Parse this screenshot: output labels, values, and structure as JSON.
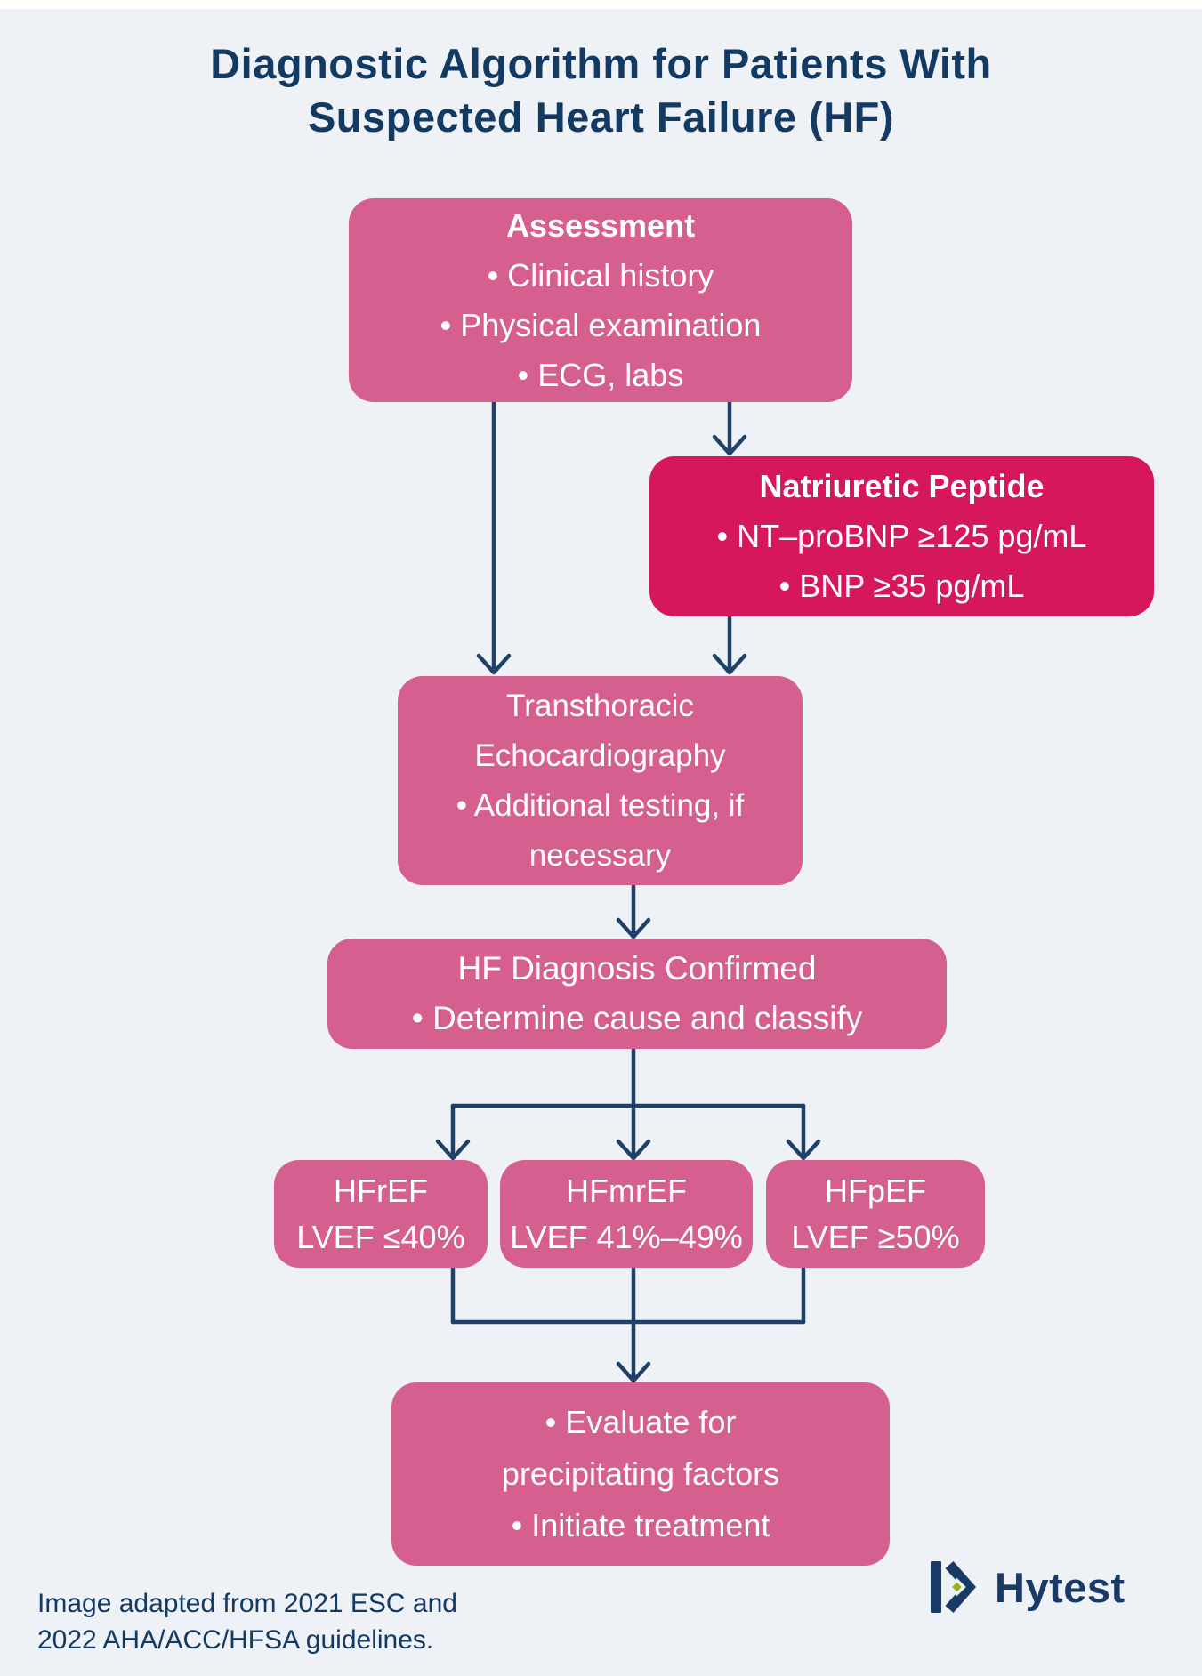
{
  "title": {
    "line1": "Diagnostic Algorithm for Patients With",
    "line2": "Suspected Heart Failure (HF)"
  },
  "flow": {
    "assessment": {
      "title": "Assessment",
      "bullets": [
        "• Clinical history",
        "• Physical examination",
        "• ECG, labs"
      ]
    },
    "natriuretic_peptide": {
      "title": "Natriuretic Peptide",
      "bullets": [
        "• NT–proBNP ≥125 pg/mL",
        "• BNP ≥35 pg/mL"
      ]
    },
    "echocardiography": {
      "lines": [
        "Transthoracic",
        "Echocardiography",
        "• Additional testing, if",
        "necessary"
      ]
    },
    "diagnosis_confirmed": {
      "lines": [
        "HF Diagnosis Confirmed",
        "• Determine cause and classify"
      ]
    },
    "hfref": {
      "lines": [
        "HFrEF",
        "LVEF ≤40%"
      ]
    },
    "hfmref": {
      "lines": [
        "HFmrEF",
        "LVEF 41%–49%"
      ]
    },
    "hfpef": {
      "lines": [
        "HFpEF",
        "LVEF ≥50%"
      ]
    },
    "treatment": {
      "lines": [
        "• Evaluate for",
        "precipitating factors",
        "• Initiate treatment"
      ]
    }
  },
  "footer": {
    "line1": "Image adapted from 2021 ESC and",
    "line2": "2022 AHA/ACC/HFSA guidelines."
  },
  "logo": {
    "name": "Hytest"
  },
  "colors": {
    "background": "#eef1f6",
    "pink": "#d5608f",
    "crimson": "#d6175e",
    "navy_text": "#133a63",
    "line": "#1d4167",
    "logo_navy": "#1a3a66",
    "logo_green": "#94b411"
  }
}
